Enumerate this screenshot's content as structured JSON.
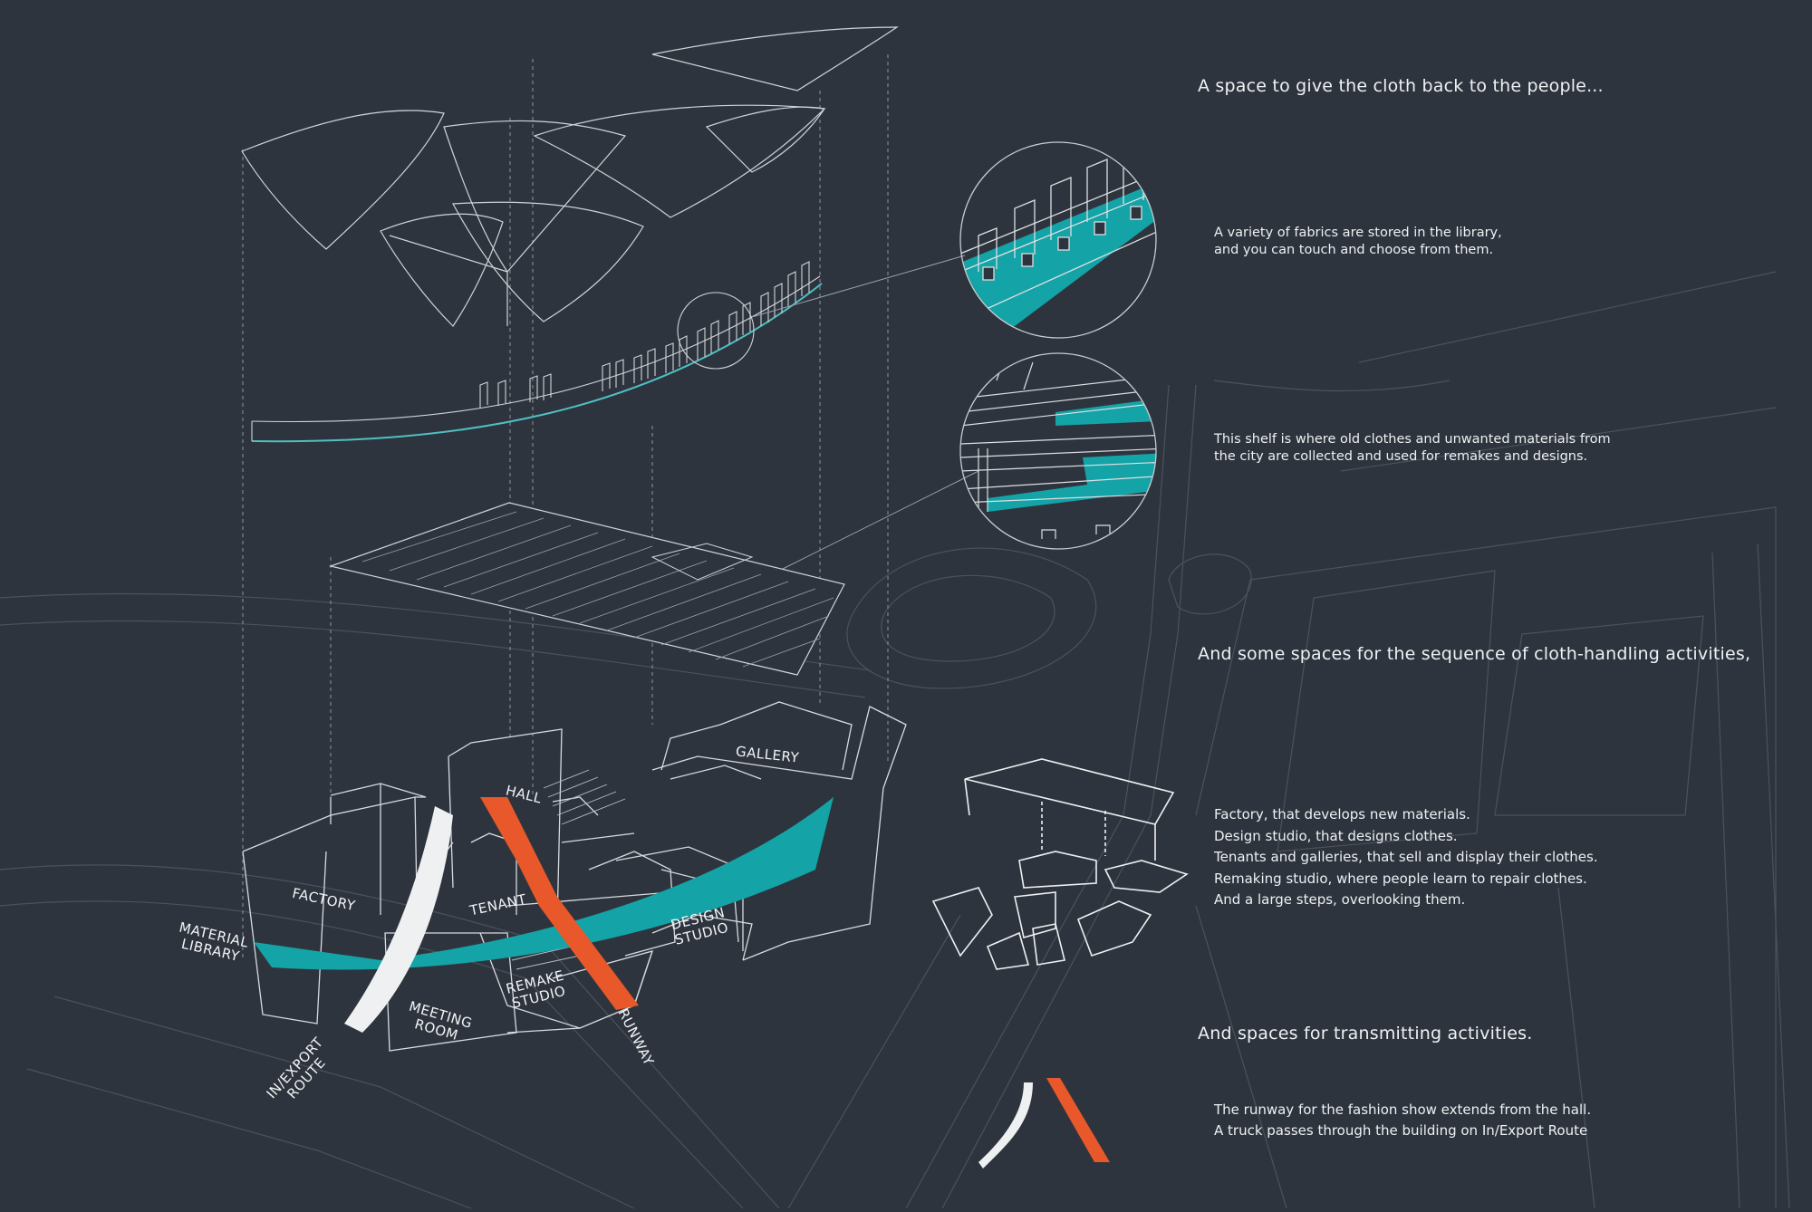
{
  "headings": {
    "cloth_back": "A space to give the cloth back to the people...",
    "sequence": "And some spaces for the sequence of cloth-handling activities,",
    "transmitting": "And spaces for transmitting activities."
  },
  "descriptions": {
    "library": [
      "A variety of fabrics are stored in the library,",
      "and you can touch and choose from them."
    ],
    "shelf": [
      "This shelf is where old clothes and unwanted materials from",
      "the city are collected and used for remakes and designs."
    ],
    "spaces": [
      "Factory, that develops new materials.",
      "Design studio, that designs clothes.",
      "Tenants and galleries, that sell and display their clothes.",
      "Remaking studio, where people learn to repair clothes.",
      "And a large steps, overlooking them."
    ],
    "runway": [
      "The runway for the fashion show extends from the hall.",
      "A truck passes through the building on In/Export Route"
    ]
  },
  "labels": {
    "material_library": [
      "MATERIAL",
      "LIBRARY"
    ],
    "factory": "FACTORY",
    "hall": "HALL",
    "tenant": "TENANT",
    "gallery": "GALLERY",
    "design_studio": [
      "DESIGN",
      "STUDIO"
    ],
    "remake_studio": [
      "REMAKE",
      "STUDIO"
    ],
    "meeting_room": [
      "MEETING",
      "ROOM"
    ],
    "runway": "RUNWAY",
    "inexport_route": [
      "IN/EXPORT",
      "ROUTE"
    ]
  },
  "colors": {
    "background": "#2e343d",
    "line": "#c7ccd2",
    "teal": "#14a3a6",
    "orange": "#e8582a",
    "white": "#eef0f2"
  }
}
